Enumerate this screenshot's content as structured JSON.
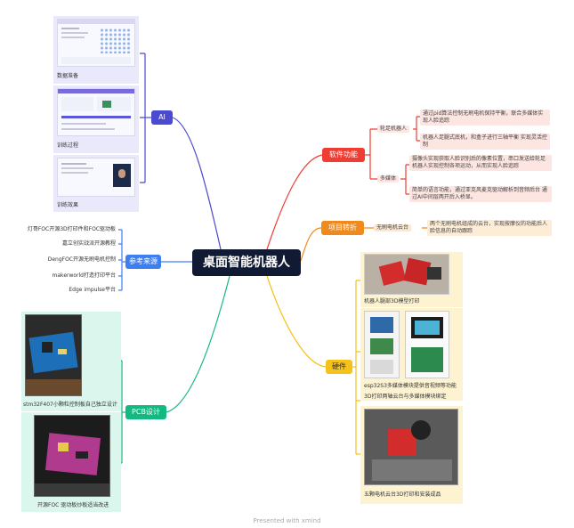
{
  "center": {
    "title": "桌面智能机器人"
  },
  "colors": {
    "ai": "#4b4bd1",
    "references": "#3d7ff0",
    "pcb": "#14b882",
    "software": "#ef3d33",
    "project": "#f08a1c",
    "hardware": "#f5c11b"
  },
  "ai": {
    "label": "AI",
    "items": [
      {
        "caption": "数据准备"
      },
      {
        "caption": "训练过程"
      },
      {
        "caption": "训练效果"
      }
    ]
  },
  "references": {
    "label": "参考来源",
    "items": [
      "灯哥FOC开源3D打印件和FOC驱动板",
      "嘉立创实战派开源教程",
      "DengFOC开源无刷电机控制",
      "makerworld打造打印平台",
      "Edge impulse平台"
    ]
  },
  "pcb": {
    "label": "PCB设计",
    "items": [
      {
        "caption": "stm32F407小颗粒控制板自己独立设计"
      },
      {
        "caption": "开源FOC 驱动板炒板适当改进"
      }
    ]
  },
  "software": {
    "label": "软件功能",
    "groups": [
      {
        "label": "轮足机器人",
        "leaves": [
          "通过pid算法控制无刷电机保持平衡，联合多媒体实现人脸追踪",
          "机器人足腿式底机，和盒子进行三轴平衡 实现灵活控制"
        ]
      },
      {
        "label": "多媒体",
        "leaves": [
          "摄像头实现获取人脸识别后的像素位置，串口发送给轮足机器人实现控制各项运动，从而实现人脸追踪",
          "简单的语言功能，通过亚克风麦克驱动解析到音频后台 通过AI中间层两开后入桥显。"
        ]
      }
    ]
  },
  "project": {
    "label": "项目转折",
    "sub": "无刷电机云台",
    "leaf": "两个无刷电机组成的云台，实现按摩仪的功能后人脸信息的自动跟踪"
  },
  "hardware": {
    "label": "硬件",
    "items": [
      {
        "caption": "机器人腿部3D模型打印"
      },
      {
        "caption": "esp32S3多媒体模块提供音视频等功能"
      },
      {
        "caption": "3D打印两轴云台与多媒体模块绑定"
      },
      {
        "caption": "五颗电机云台3D打印和安装成品"
      }
    ]
  },
  "footer": {
    "text": "Presented with xmind"
  }
}
